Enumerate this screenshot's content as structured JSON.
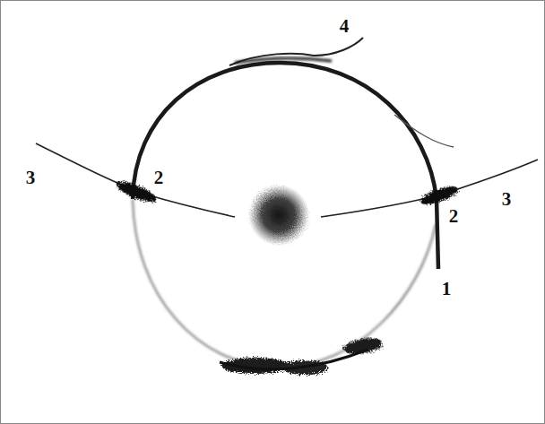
{
  "diagram": {
    "labels": [
      "4",
      "3",
      "2",
      "3",
      "2",
      "1"
    ]
  }
}
